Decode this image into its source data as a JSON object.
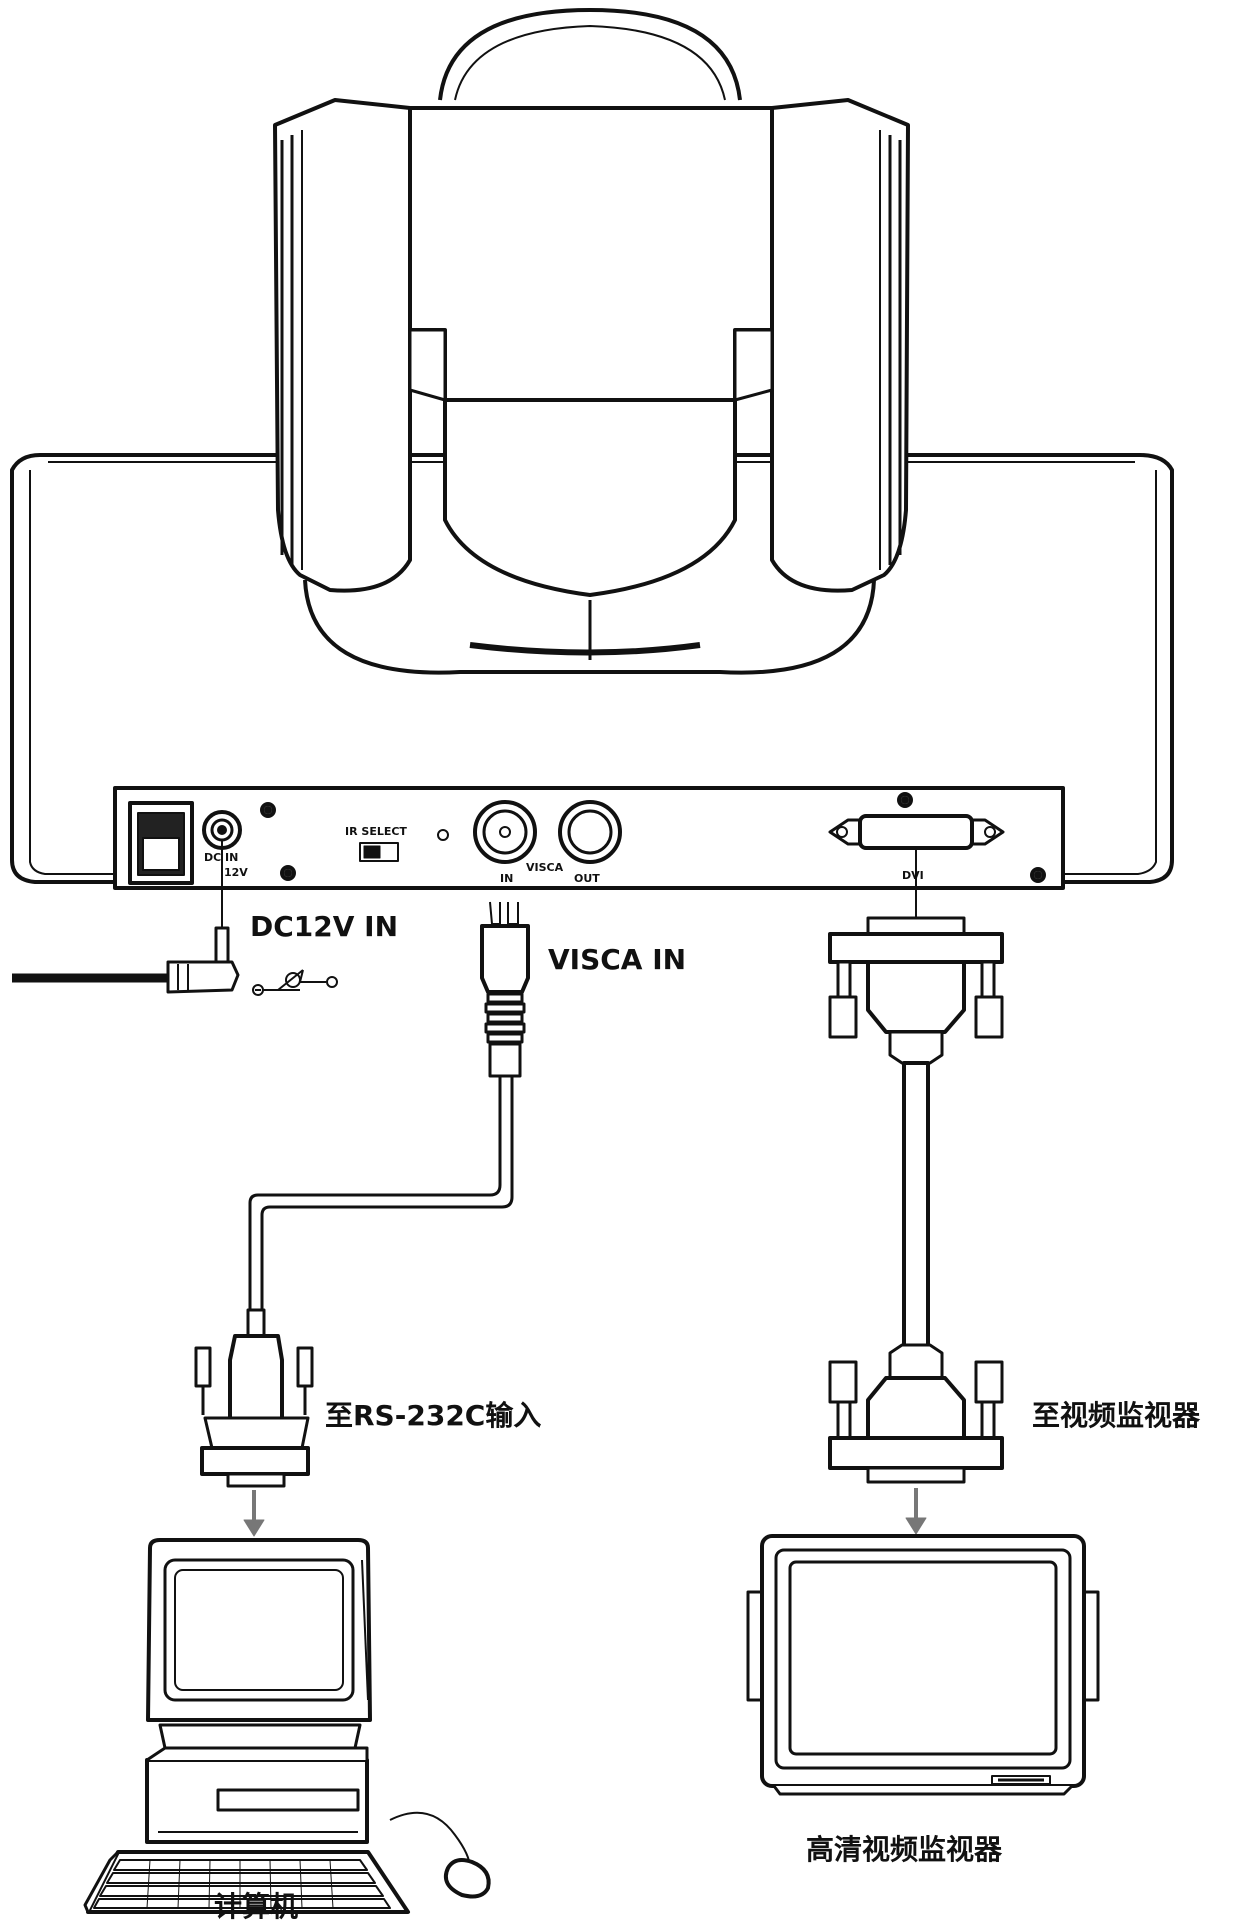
{
  "panel": {
    "ir_select": "IR SELECT",
    "dc_in": "DC IN",
    "dc_12v": "12V",
    "visca_in": "IN",
    "visca": "VISCA",
    "visca_out": "OUT",
    "dvi": "DVI"
  },
  "callouts": {
    "dc12v_in": "DC12V IN",
    "visca_in": "VISCA IN",
    "rs232c": "至RS-232C输入",
    "to_monitor": "至视频监视器",
    "hd_monitor": "高清视频监视器",
    "computer": "计算机"
  }
}
